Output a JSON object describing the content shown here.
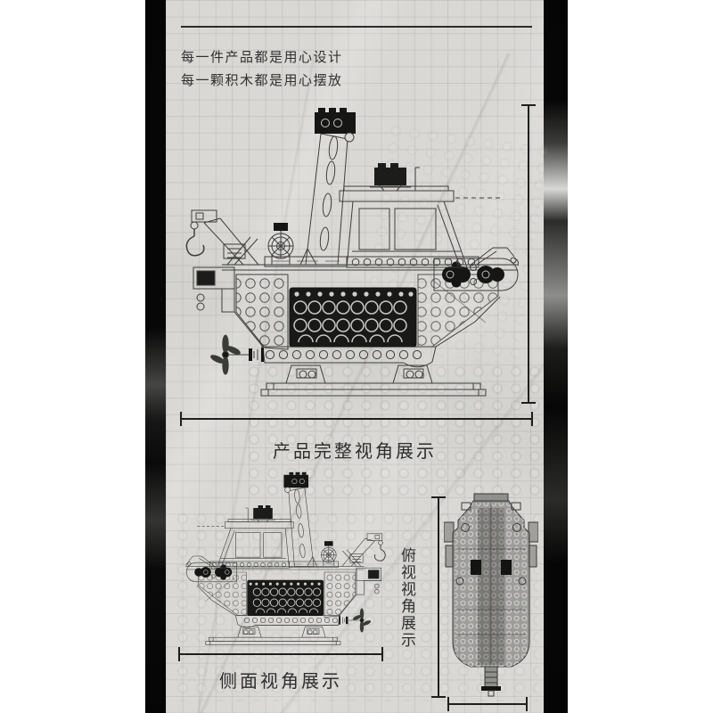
{
  "product_image": {
    "intro": {
      "line1": "每一件产品都是用心设计",
      "line2": "每一颗积木都是用心摆放"
    },
    "views": {
      "full": {
        "caption": "产品完整视角展示"
      },
      "side": {
        "caption": "侧面视角展示"
      },
      "top": {
        "caption": "俯视视角展示"
      }
    },
    "colors": {
      "backdrop": "#060606",
      "panel": "#d9d8d5",
      "ink": "#2e2e2d",
      "dimension_line": "#1f1f1e"
    }
  }
}
